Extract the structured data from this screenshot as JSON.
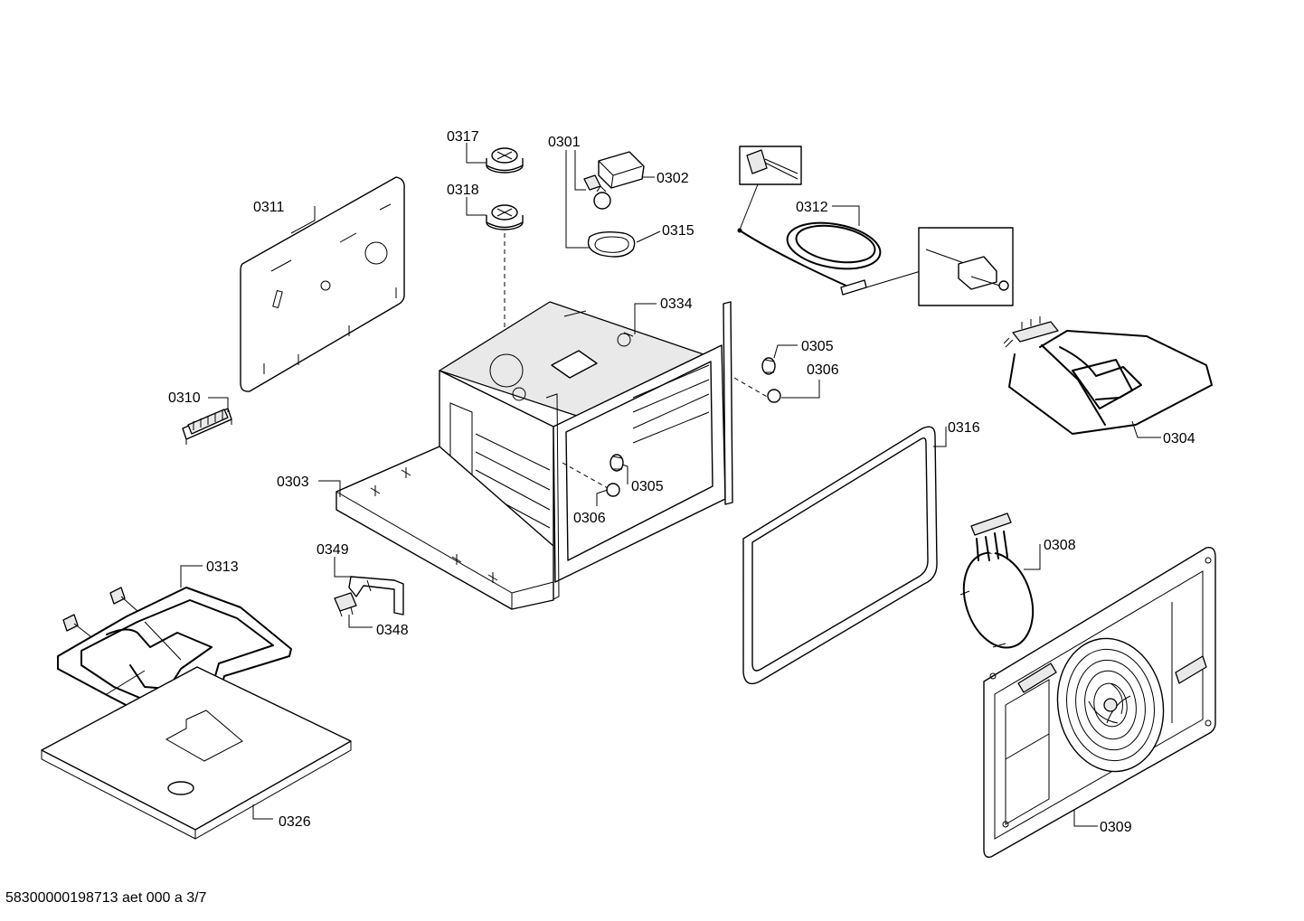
{
  "footer": {
    "document_code": "58300000198713 aet 000 a 3/7"
  },
  "labels": {
    "p0317": "0317",
    "p0318": "0318",
    "p0301": "0301",
    "p0302": "0302",
    "p0315": "0315",
    "p0312": "0312",
    "p0311": "0311",
    "p0334": "0334",
    "p0305_top": "0305",
    "p0306_top": "0306",
    "p0310": "0310",
    "p0304": "0304",
    "p0316": "0316",
    "p0303": "0303",
    "p0305_mid": "0305",
    "p0306_mid": "0306",
    "p0308": "0308",
    "p0349": "0349",
    "p0313": "0313",
    "p0348": "0348",
    "p0326": "0326",
    "p0309": "0309"
  }
}
